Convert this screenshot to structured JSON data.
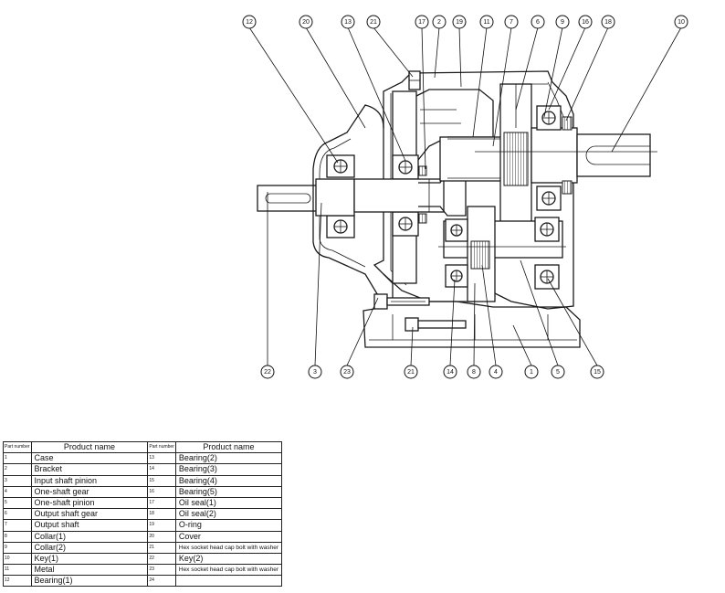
{
  "diagram": {
    "callouts": [
      "12",
      "20",
      "13",
      "21",
      "17",
      "2",
      "19",
      "11",
      "7",
      "6",
      "9",
      "16",
      "18",
      "10",
      "22",
      "3",
      "23",
      "21",
      "14",
      "8",
      "4",
      "1",
      "5",
      "15"
    ]
  },
  "table": {
    "header": {
      "number": "Part number",
      "name": "Product name"
    },
    "left_rows": [
      {
        "num": "1",
        "name": "Case"
      },
      {
        "num": "2",
        "name": "Bracket"
      },
      {
        "num": "3",
        "name": "Input shaft pinion"
      },
      {
        "num": "4",
        "name": "One-shaft gear"
      },
      {
        "num": "5",
        "name": "One-shaft pinion"
      },
      {
        "num": "6",
        "name": "Output shaft gear"
      },
      {
        "num": "7",
        "name": "Output shaft"
      },
      {
        "num": "8",
        "name": "Collar(1)"
      },
      {
        "num": "9",
        "name": "Collar(2)"
      },
      {
        "num": "10",
        "name": "Key(1)"
      },
      {
        "num": "11",
        "name": "Metal"
      },
      {
        "num": "12",
        "name": "Bearing(1)"
      }
    ],
    "right_rows": [
      {
        "num": "13",
        "name": "Bearing(2)"
      },
      {
        "num": "14",
        "name": "Bearing(3)"
      },
      {
        "num": "15",
        "name": "Bearing(4)"
      },
      {
        "num": "16",
        "name": "Bearing(5)"
      },
      {
        "num": "17",
        "name": "Oil seal(1)"
      },
      {
        "num": "18",
        "name": "Oil seal(2)"
      },
      {
        "num": "19",
        "name": "O-ring"
      },
      {
        "num": "20",
        "name": "Cover"
      },
      {
        "num": "21",
        "name": "Hex socket head cap bolt with washer"
      },
      {
        "num": "22",
        "name": "Key(2)"
      },
      {
        "num": "23",
        "name": "Hex socket head cap bolt with washer"
      },
      {
        "num": "24",
        "name": ""
      }
    ]
  }
}
